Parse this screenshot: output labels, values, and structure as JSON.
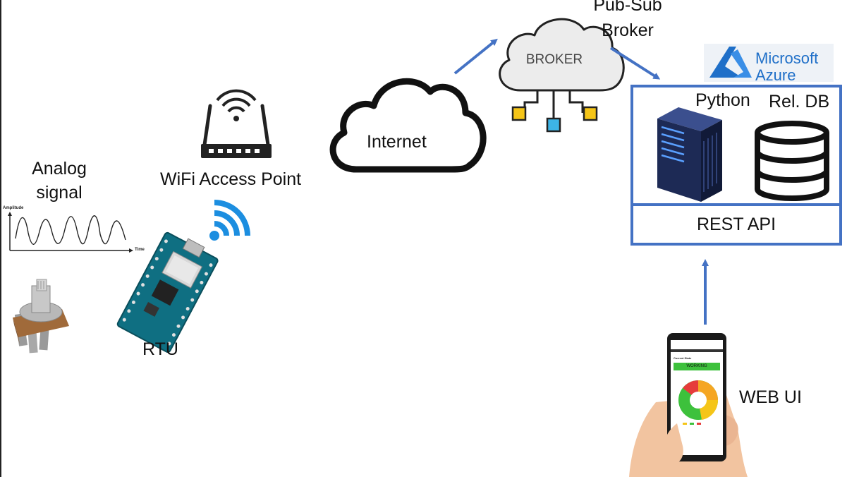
{
  "labels": {
    "analog_signal_line1": "Analog",
    "analog_signal_line2": "signal",
    "wifi_access_point": "WiFi Access Point",
    "rtu": "RTU",
    "internet": "Internet",
    "broker_title_line1": "Pub-Sub",
    "broker_title_line2": "Broker",
    "broker_cloud": "BROKER",
    "python": "Python",
    "rel_db": "Rel. DB",
    "rest_api": "REST API",
    "web_ui": "WEB UI"
  },
  "chart": {
    "y_axis": "Amplitude",
    "x_axis": "Time"
  },
  "azure": {
    "line1": "Microsoft",
    "line2": "Azure"
  },
  "phone_screen": {
    "header": "Current State",
    "status": "WORKING"
  },
  "colors": {
    "arrow": "#4472c4",
    "azure_blue": "#1f6fc8",
    "status_green": "#3dc13c",
    "server_dark": "#1d2a55",
    "server_led": "#5aa0ff"
  }
}
